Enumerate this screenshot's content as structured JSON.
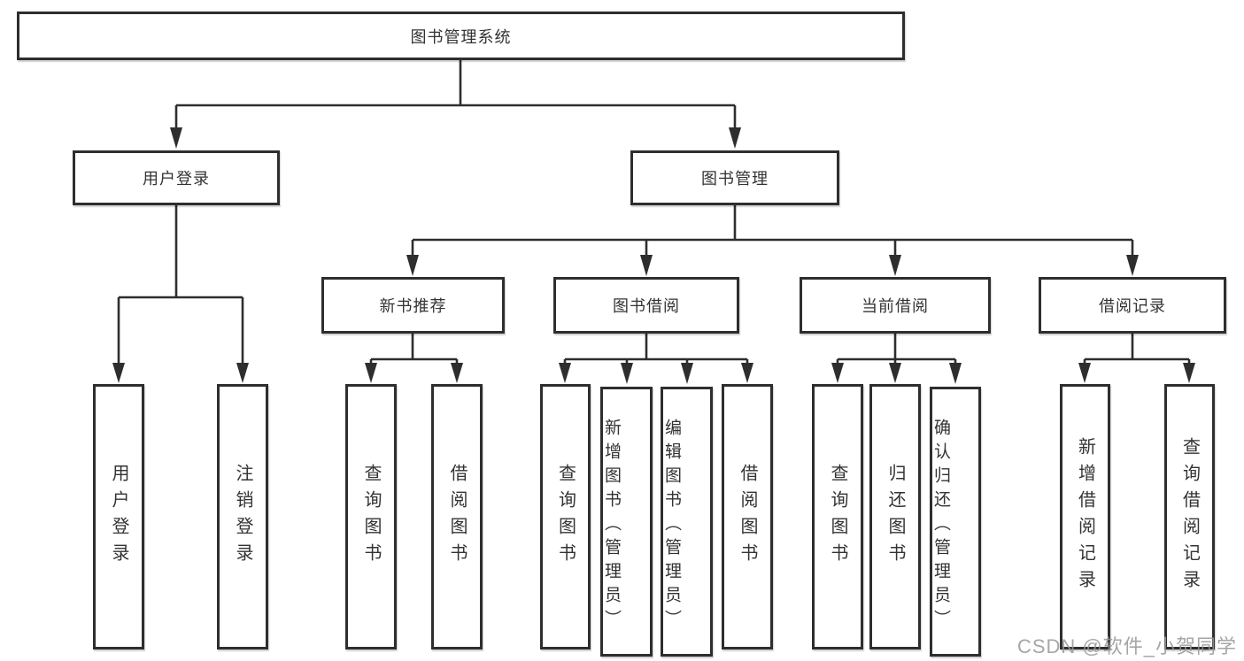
{
  "title": "图书管理系统",
  "level2": {
    "user_login": "用户登录",
    "book_management": "图书管理"
  },
  "level3": {
    "new_book_recommendation": "新书推荐",
    "book_borrowing": "图书借阅",
    "current_borrowing": "当前借阅",
    "borrowing_records": "借阅记录"
  },
  "leaves": {
    "user_login": "用户登录",
    "logout_login": "注销登录",
    "query_books_recommend": "查询图书",
    "borrow_books_recommend": "借阅图书",
    "query_books_borrow": "查询图书",
    "add_books_admin": "新增图书（管理员）",
    "edit_books_admin": "编辑图书（管理员）",
    "borrow_books_borrow": "借阅图书",
    "query_books_current": "查询图书",
    "return_books": "归还图书",
    "confirm_return_admin": "确认归还（管理员）",
    "add_borrow_record": "新增借阅记录",
    "query_borrow_record": "查询借阅记录"
  },
  "watermark": "CSDN @软件_小贺同学",
  "colors": {
    "line": "#2e2e2e",
    "text": "#333333",
    "watermark": "#969696",
    "background": "#ffffff"
  }
}
